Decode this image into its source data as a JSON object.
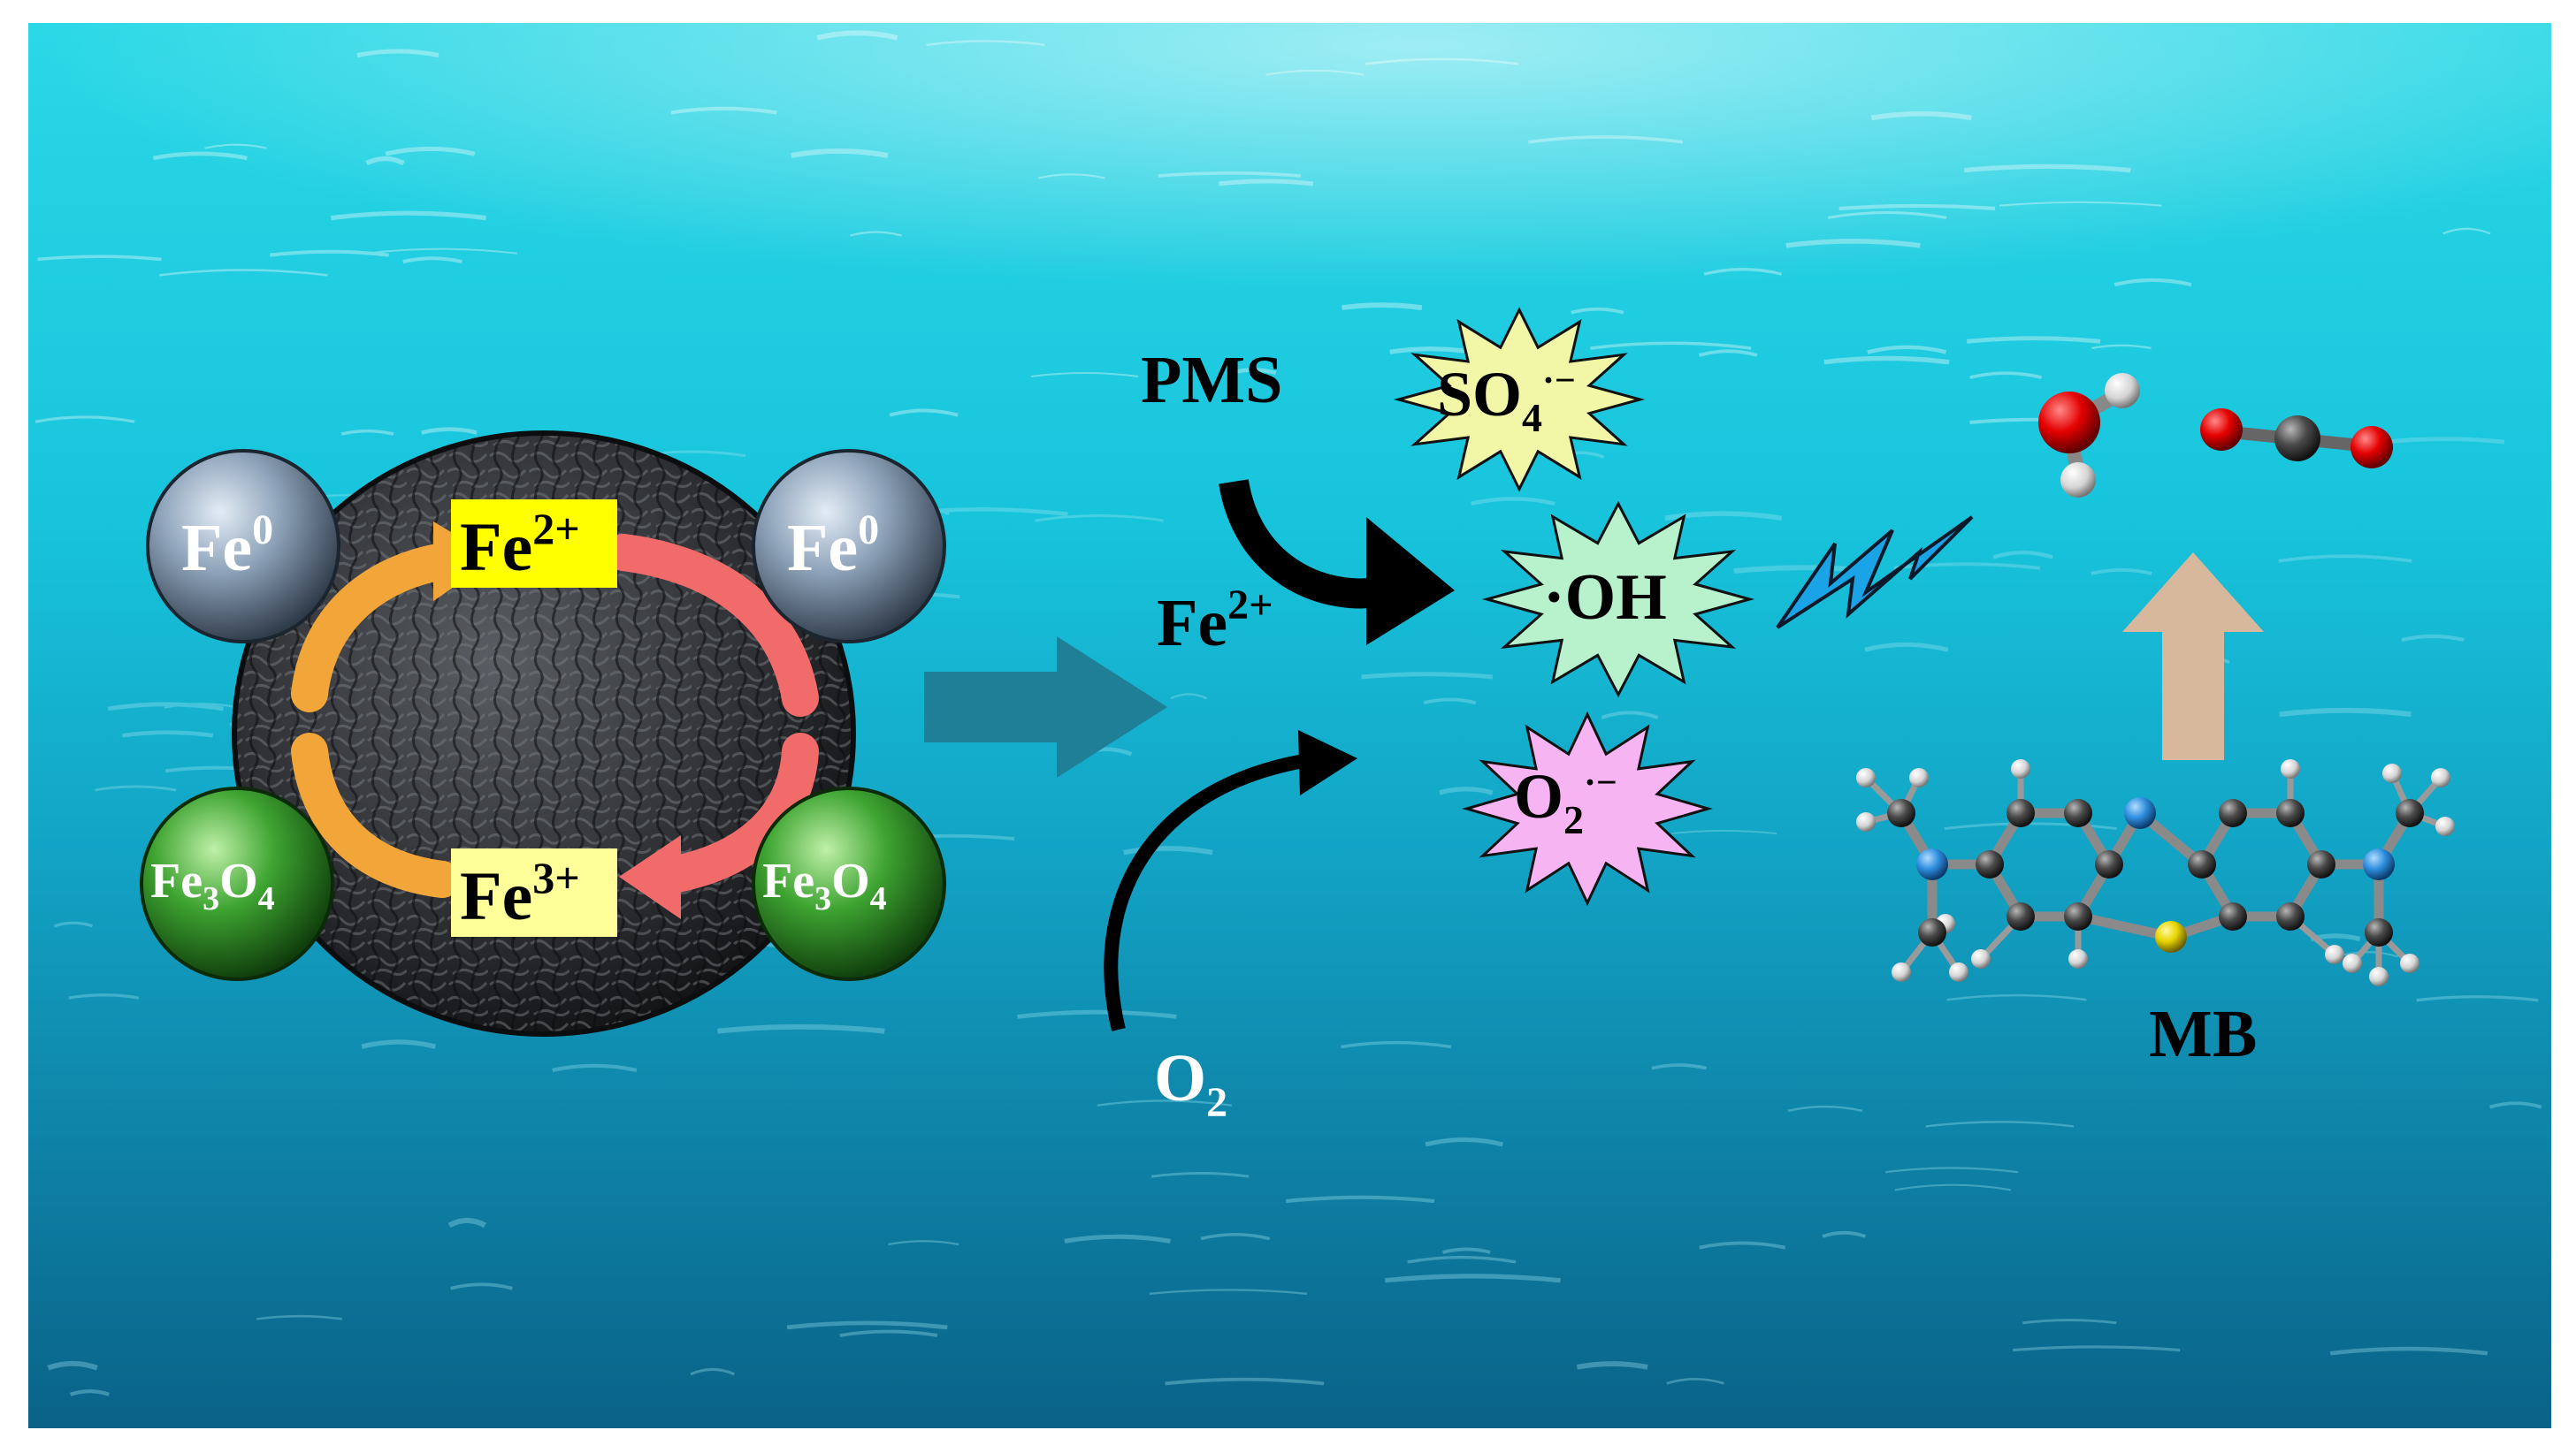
{
  "colors": {
    "water_top": "#22d4e4",
    "water_mid": "#12a9c8",
    "water_bottom": "#0a6a8e",
    "fe0_sphere": "#7f95ad",
    "fe3o4_sphere": "#2f9a2a",
    "fe2_box": "#ffff00",
    "fe3_box": "#ffff99",
    "cycle_orange": "#f2a63a",
    "cycle_red": "#f26b6b",
    "so4_star": "#f2f7a8",
    "oh_star": "#b8f2cc",
    "o2_star": "#f7b4f2",
    "lightning": "#1aa3e6",
    "up_arrow": "#d7b89c",
    "big_arrow": "#1e7f96"
  },
  "particle": {
    "fe0_left": {
      "main": "Fe",
      "sup": "0"
    },
    "fe0_right": {
      "main": "Fe",
      "sup": "0"
    },
    "fe3o4_left": {
      "a": "Fe",
      "s1": "3",
      "b": "O",
      "s2": "4"
    },
    "fe3o4_right": {
      "a": "Fe",
      "s1": "3",
      "b": "O",
      "s2": "4"
    },
    "fe2_box": {
      "main": "Fe",
      "sup": "2+"
    },
    "fe3_box": {
      "main": "Fe",
      "sup": "3+"
    }
  },
  "middle": {
    "pms": "PMS",
    "fe2": {
      "main": "Fe",
      "sup": "2+"
    },
    "o2": {
      "main": "O",
      "sub": "2"
    }
  },
  "radicals": {
    "so4": {
      "main": "SO",
      "sub": "4",
      "sup": "·−"
    },
    "oh": {
      "main": "·OH"
    },
    "o2": {
      "main": "O",
      "sub": "2",
      "sup": "·−"
    }
  },
  "products": {
    "mb_label": "MB"
  }
}
